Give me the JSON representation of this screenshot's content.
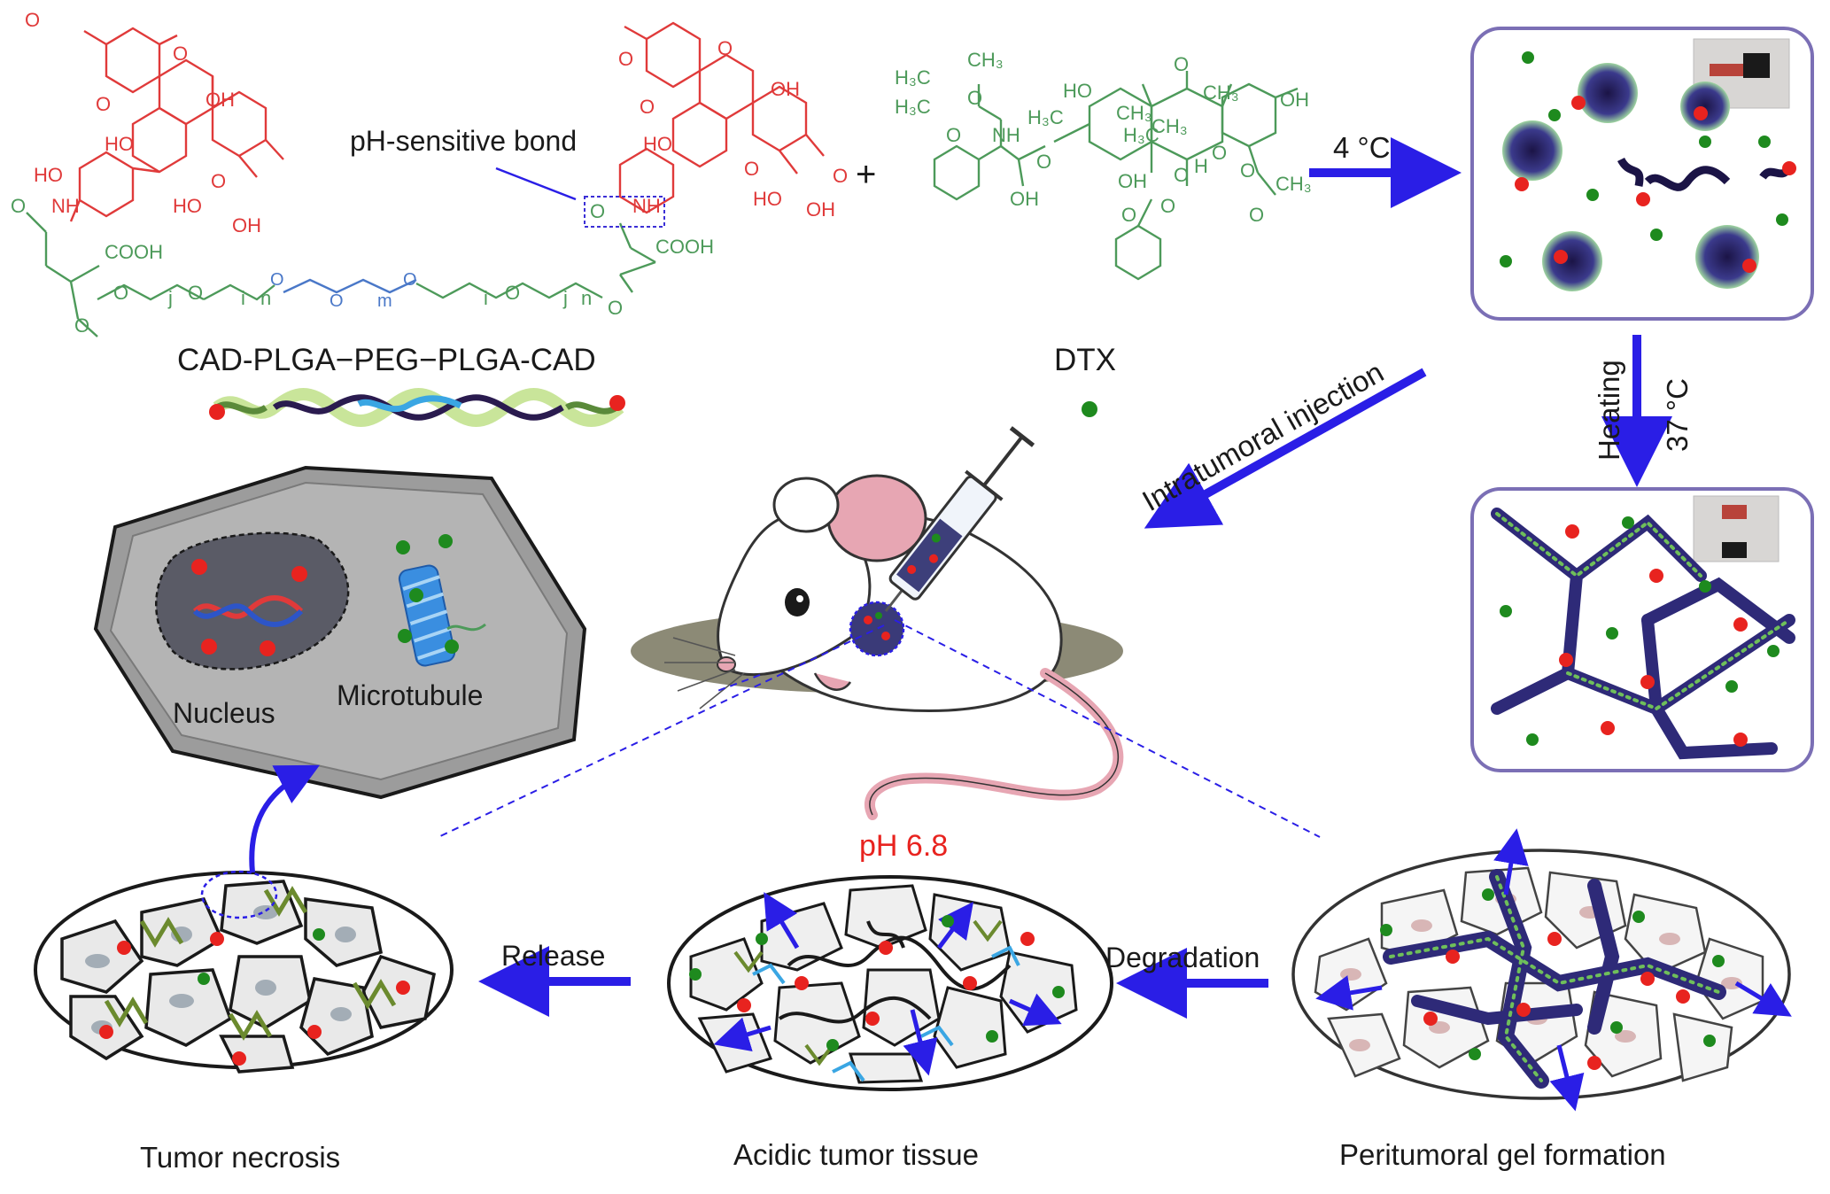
{
  "labels": {
    "ph_sensitive_bond": "pH-sensitive bond",
    "polymer_name": "CAD-PLGA−PEG−PLGA-CAD",
    "drug_name": "DTX",
    "plus_sign": "+",
    "cold_temp": "4 °C",
    "heating": "Heating",
    "body_temp": "37 °C",
    "intratumoral_injection": "Intratumoral injection",
    "nucleus": "Nucleus",
    "microtubule": "Microtubule",
    "ph_value": "pH 6.8",
    "release": "Release",
    "degradation": "Degradation",
    "tumor_necrosis": "Tumor necrosis",
    "acidic_tumor_tissue": "Acidic tumor tissue",
    "peritumoral_gel": "Peritumoral gel formation"
  },
  "chem_labels": {
    "oh": "OH",
    "ho": "HO",
    "o": "O",
    "nh": "NH",
    "cooh": "COOH",
    "h3c": "H₃C",
    "ch3": "CH₃",
    "h": "H",
    "j": "j",
    "i": "i",
    "n": "n",
    "m": "m"
  },
  "colors": {
    "arrow": "#2a1ee6",
    "dox_red": "#e03a3a",
    "polymer_green": "#4d9a5a",
    "peg_blue": "#4a78c8",
    "dtx_green": "#4d9a5a",
    "ph_red": "#e8231f",
    "box_border": "#7b6fb5",
    "dtx_dot": "#1e8a1e",
    "dox_dot": "#e8231f"
  }
}
